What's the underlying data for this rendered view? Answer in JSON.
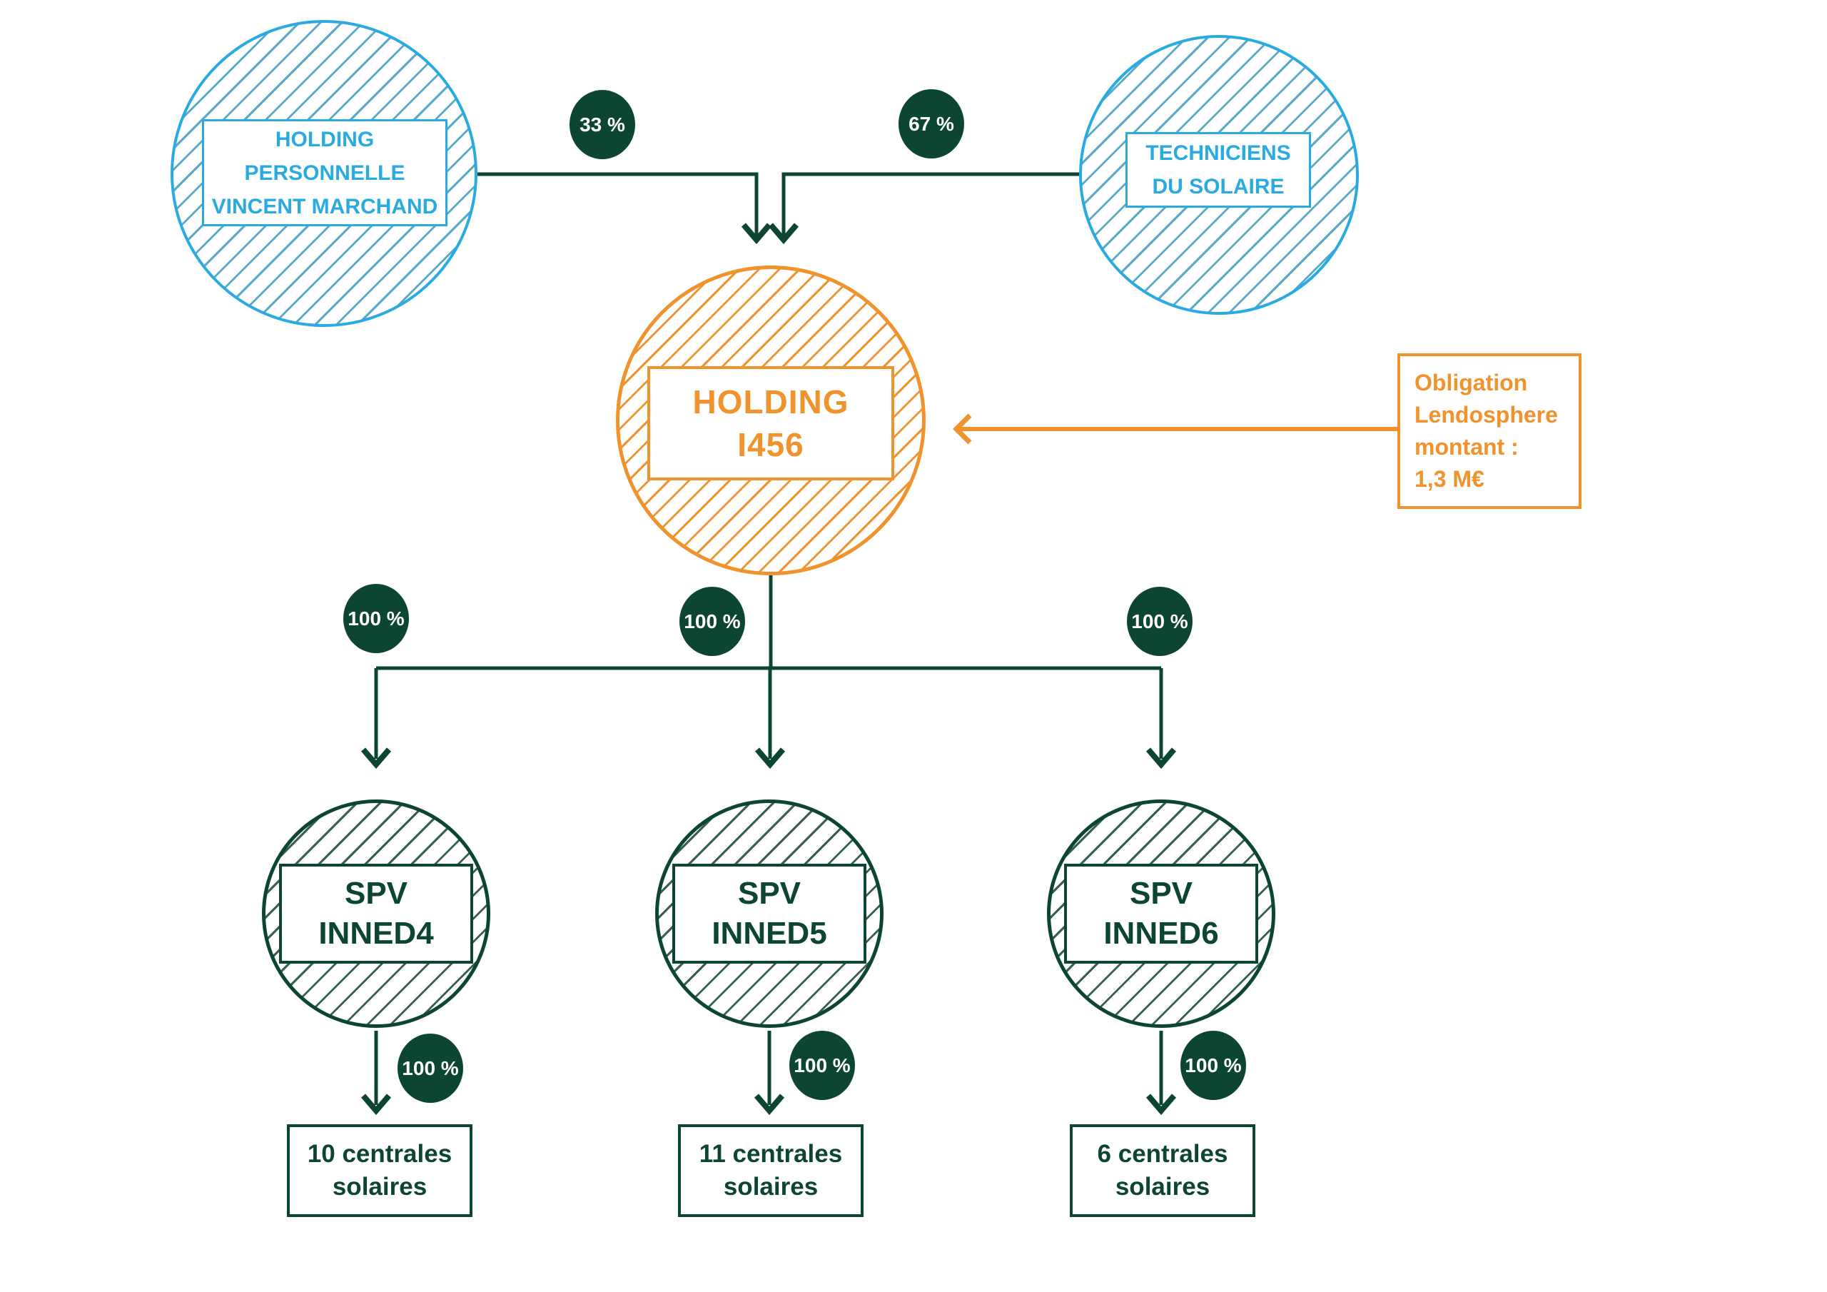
{
  "diagram": {
    "colors": {
      "blue": "#29ABE2",
      "orange": "#F0932D",
      "dark_green": "#0D4534"
    },
    "top_left_node": {
      "line1": "HOLDING PERSONNELLE",
      "line2": "VINCENT MARCHAND"
    },
    "top_right_node": {
      "line1": "TECHNICIENS",
      "line2": "DU SOLAIRE"
    },
    "center_node": {
      "line1": "HOLDING",
      "line2": "I456"
    },
    "note_box": {
      "line1": "Obligation",
      "line2": "Lendosphere",
      "line3": "montant :",
      "line4": "1,3 M€"
    },
    "ownership_badges": {
      "left": "33 %",
      "right": "67 %",
      "full": "100 %"
    },
    "spv_nodes": [
      {
        "line1": "SPV",
        "line2": "INNED4",
        "plants_line1": "10 centrales",
        "plants_line2": "solaires"
      },
      {
        "line1": "SPV",
        "line2": "INNED5",
        "plants_line1": "11 centrales",
        "plants_line2": "solaires"
      },
      {
        "line1": "SPV",
        "line2": "INNED6",
        "plants_line1": "6 centrales",
        "plants_line2": "solaires"
      }
    ]
  }
}
